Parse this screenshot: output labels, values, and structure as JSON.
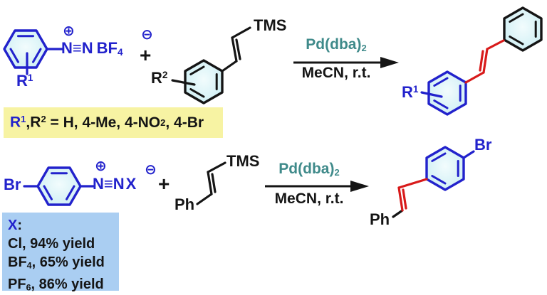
{
  "scheme": {
    "reaction1": {
      "reactant1": {
        "substituent": {
          "base": "R",
          "sup": "1"
        },
        "diazonium": {
          "group": "N≡N",
          "counterion": {
            "base": "BF",
            "sub": "4"
          },
          "plus_charge": "⊕",
          "minus_charge": "⊖"
        }
      },
      "plus_sign": "+",
      "reactant2": {
        "substituent": {
          "base": "R",
          "sup": "2"
        },
        "tms_label": "TMS"
      },
      "conditions": {
        "catalyst": {
          "base": "Pd(dba)",
          "sub": "2"
        },
        "solvent": "MeCN, r.t."
      },
      "product": {
        "substituent": {
          "base": "R",
          "sup": "1"
        }
      }
    },
    "note1": {
      "r1": {
        "base": "R",
        "sup": "1"
      },
      "sep": ", ",
      "r2": {
        "base": "R",
        "sup": "2"
      },
      "values_pre": " = H, 4-Me, 4-NO",
      "no2_sub": "2",
      "values_post": ", 4-Br"
    },
    "reaction2": {
      "reactant1": {
        "br_label": "Br",
        "diazonium": {
          "group": "N≡N",
          "counterion": "X",
          "plus_charge": "⊕",
          "minus_charge": "⊖"
        }
      },
      "plus_sign": "+",
      "reactant2": {
        "ph_label": "Ph",
        "tms_label": "TMS"
      },
      "conditions": {
        "catalyst": {
          "base": "Pd(dba)",
          "sub": "2"
        },
        "solvent": "MeCN, r.t."
      },
      "product": {
        "ph_label": "Ph",
        "br_label": "Br"
      }
    },
    "note2": {
      "header": {
        "x": "X",
        "colon": ":"
      },
      "lines": [
        {
          "pre": "Cl, 94% yield",
          "sub": "",
          "post": ""
        },
        {
          "pre": "BF",
          "sub": "4",
          "post": ", 65% yield"
        },
        {
          "pre": "PF",
          "sub": "6",
          "post": ", 86% yield"
        }
      ]
    }
  },
  "colors": {
    "structure_blue": "#2222CC",
    "structure_black": "#151515",
    "vinyl_red": "#D81A1A",
    "catalyst_teal": "#3F8A8A",
    "note1_bg": "#F7F3A3",
    "note2_bg": "#AACEF2",
    "ring_fill_edge": "#C9EDF3",
    "ring_fill_center": "#F2FCFD"
  }
}
